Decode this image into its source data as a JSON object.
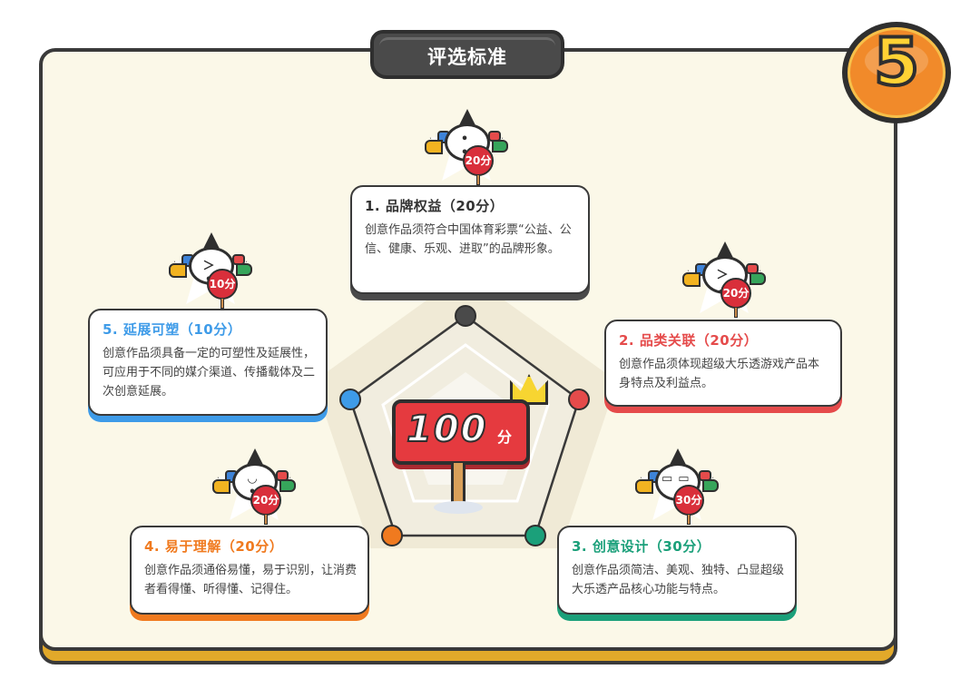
{
  "header": {
    "title": "评选标准"
  },
  "step_badge": {
    "number": "5"
  },
  "score": {
    "value": "100",
    "unit": "分"
  },
  "criteria": [
    {
      "title": "1. 品牌权益（20分）",
      "text": "创意作品须符合中国体育彩票“公益、公信、健康、乐观、进取”的品牌形象。",
      "badge": "20分",
      "color": "#4a4a4a"
    },
    {
      "title": "2. 品类关联（20分）",
      "text": "创意作品须体现超级大乐透游戏产品本身特点及利益点。",
      "badge": "20分",
      "color": "#e54b4b"
    },
    {
      "title": "3. 创意设计（30分）",
      "text": "创意作品须简洁、美观、独特、凸显超级大乐透产品核心功能与特点。",
      "badge": "30分",
      "color": "#1ba07a"
    },
    {
      "title": "4. 易于理解（20分）",
      "text": "创意作品须通俗易懂，易于识别，让消费者看得懂、听得懂、记得住。",
      "badge": "20分",
      "color": "#f07a1f"
    },
    {
      "title": "5. 延展可塑（10分）",
      "text": "创意作品须具备一定的可塑性及延展性，可应用于不同的媒介渠道、传播载体及二次创意延展。",
      "badge": "10分",
      "color": "#3e9be8"
    }
  ],
  "colors": {
    "board": "#fbf8e8",
    "board_shadow": "#e2a92a",
    "outline": "#3a3a3a",
    "sign_red": "#e53a3f"
  }
}
